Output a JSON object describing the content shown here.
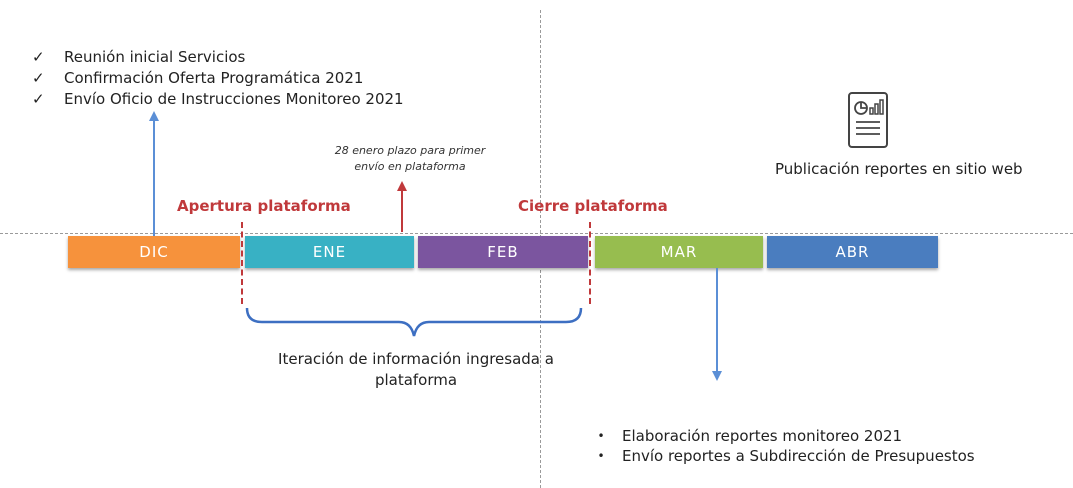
{
  "checklist": [
    "Reunión inicial Servicios",
    "Confirmación Oferta Programática 2021",
    "Envío Oficio de Instrucciones Monitoreo 2021"
  ],
  "note": {
    "line1": "28 enero plazo para primer",
    "line2": "envío en plataforma"
  },
  "phases": {
    "open": "Apertura plataforma",
    "close": "Cierre plataforma"
  },
  "months": [
    {
      "label": "DIC",
      "color": "#f6923c"
    },
    {
      "label": "ENE",
      "color": "#38b1c4"
    },
    {
      "label": "FEB",
      "color": "#7b559f"
    },
    {
      "label": "MAR",
      "color": "#97bd4f"
    },
    {
      "label": "ABR",
      "color": "#4a7dbf"
    }
  ],
  "iteration": {
    "line1": "Iteración de información ingresada a",
    "line2": "plataforma"
  },
  "publication": "Publicación reportes en sitio web",
  "report_icon": "report-chart-icon",
  "bullets": [
    "Elaboración reportes monitoreo 2021",
    "Envío reportes a Subdirección de Presupuestos"
  ],
  "colors": {
    "arrow_blue": "#5b8fd6",
    "red": "#c0393b",
    "brace": "#3d6fc2"
  }
}
